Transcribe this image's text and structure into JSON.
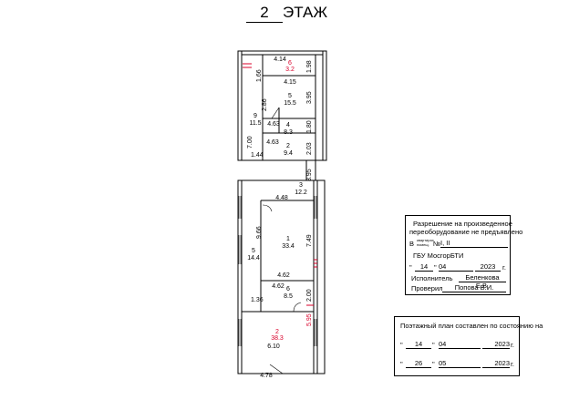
{
  "header": {
    "floor_number": "2",
    "floor_word": "ЭТАЖ"
  },
  "rooms": [
    {
      "num": "6",
      "area": "3.2",
      "red": true
    },
    {
      "num": "5",
      "area": "15.5"
    },
    {
      "num": "4",
      "area": "8.3"
    },
    {
      "num": "2",
      "area": "9.4"
    },
    {
      "num": "9",
      "area": "11.5"
    },
    {
      "num": "3",
      "area": "12.2"
    },
    {
      "num": "1",
      "area": "33.4"
    },
    {
      "num": "5",
      "area": "14.4"
    },
    {
      "num": "6",
      "area": "8.5"
    },
    {
      "num": "2",
      "area": "38.3",
      "red": true
    }
  ],
  "dimensions": {
    "d414": "4.14",
    "d166": "1.66",
    "d198": "1.98",
    "d415": "4.15",
    "d286": "2.86",
    "d395a": "3.95",
    "d463a": "4.63",
    "d180": "1.80",
    "d463b": "4.63",
    "d700": "7.00",
    "d203": "2.03",
    "d144": "1.44",
    "d395b": "3.95",
    "d448": "4.48",
    "d966": "9.66",
    "d749": "7.49",
    "d462a": "4.62",
    "d462b": "4.62",
    "d200": "2.00",
    "d136": "1.36",
    "d595": "5.95",
    "d610": "6.10",
    "d478": "4.78"
  },
  "permission_box": {
    "line1": "Разрешение на произведенное",
    "line2": "переоборудование не предъявлено",
    "prefix": "В",
    "small1": "квартирах",
    "small2": "помещ.",
    "no_label": "№",
    "no_value": "I, II",
    "org": "ГБУ МосгорБТИ",
    "day": "14",
    "month": "04",
    "year": "2023",
    "year_suffix": "г.",
    "executor_label": "Исполнитель",
    "executor_name": "Беленкова Е.В.",
    "checker_label": "Проверил",
    "checker_name": "Попова В.И."
  },
  "status_box": {
    "title": "Поэтажный план составлен по состоянию на",
    "date1_day": "14",
    "date1_month": "04",
    "date1_year": "2023",
    "date2_day": "26",
    "date2_month": "05",
    "date2_year": "2023",
    "year_suffix": "г."
  },
  "colors": {
    "red": "#d9002a",
    "line": "#000000"
  }
}
